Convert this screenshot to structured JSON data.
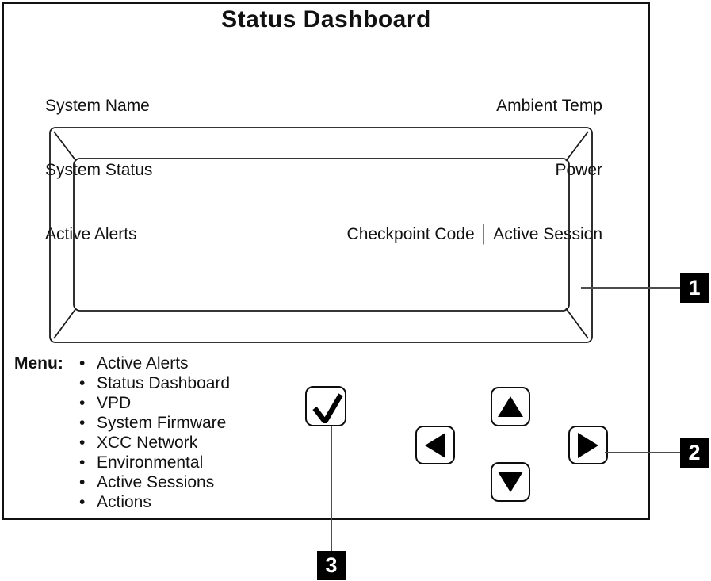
{
  "title": "Status Dashboard",
  "header": {
    "left": [
      "System Name",
      "System Status",
      "Active Alerts"
    ],
    "right": [
      "Ambient Temp",
      "Power",
      "Checkpoint Code │ Active Session"
    ]
  },
  "menu": {
    "label": "Menu:",
    "items": [
      "Active Alerts",
      "Status Dashboard",
      "VPD",
      "System Firmware",
      "XCC Network",
      "Environmental",
      "Active Sessions",
      "Actions"
    ]
  },
  "buttons": {
    "select": {
      "icon": "checkmark-icon"
    },
    "up": {
      "icon": "arrow-up-icon"
    },
    "down": {
      "icon": "arrow-down-icon"
    },
    "left": {
      "icon": "arrow-left-icon"
    },
    "right": {
      "icon": "arrow-right-icon"
    }
  },
  "callouts": [
    {
      "number": "1",
      "target": "lcd-display"
    },
    {
      "number": "2",
      "target": "navigation-buttons"
    },
    {
      "number": "3",
      "target": "select-button"
    }
  ],
  "colors": {
    "panel_border": "#111111",
    "callout_bg": "#000000",
    "callout_text": "#ffffff",
    "leader_line": "#4d4d4d"
  }
}
